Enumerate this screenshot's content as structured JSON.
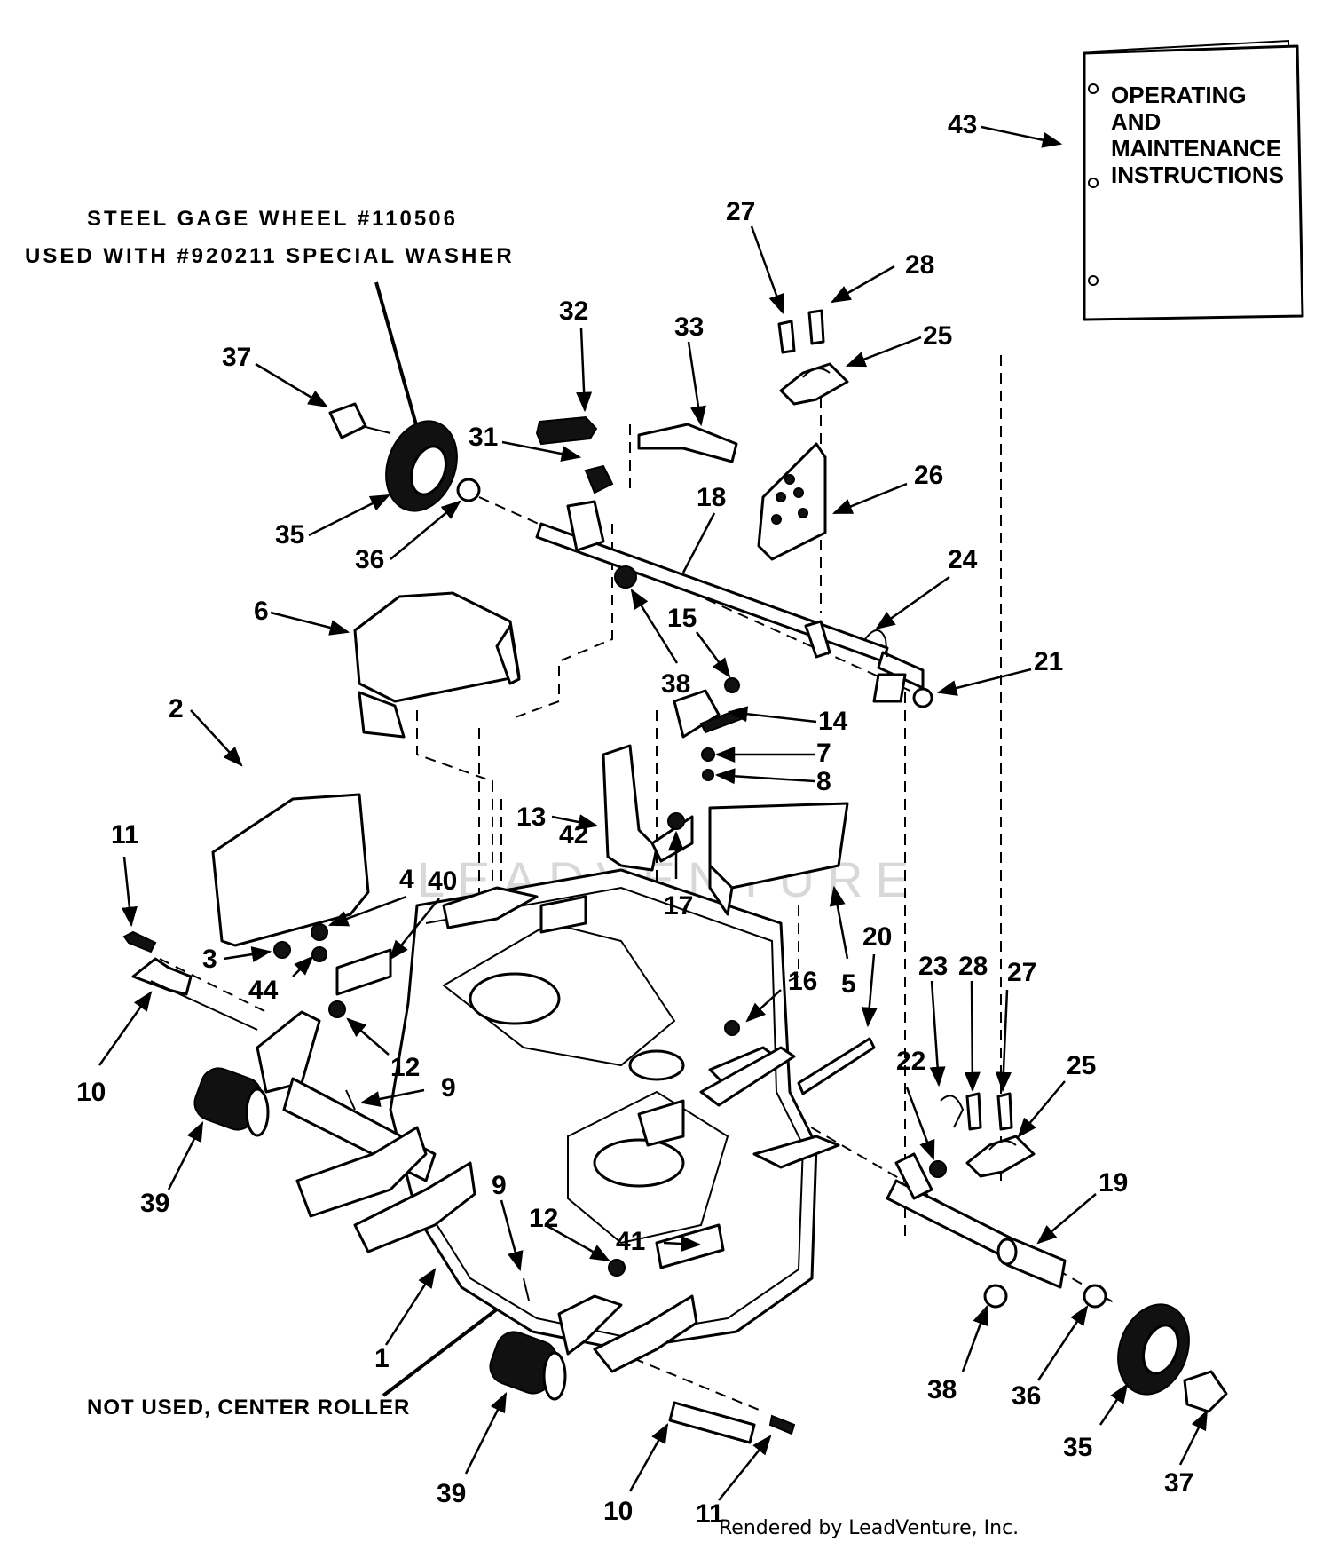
{
  "notes": {
    "gage_wheel_line1": "STEEL GAGE WHEEL #110506",
    "gage_wheel_line2": "USED WITH #920211 SPECIAL WASHER",
    "center_roller": "NOT USED, CENTER ROLLER"
  },
  "manual": {
    "line1": "OPERATING",
    "line2": "AND",
    "line3": "MAINTENANCE",
    "line4": "INSTRUCTIONS"
  },
  "watermark": "LEADVENTURE",
  "credit": "Rendered by LeadVenture, Inc.",
  "callouts": [
    {
      "id": "c43",
      "label": "43"
    },
    {
      "id": "c27a",
      "label": "27"
    },
    {
      "id": "c28a",
      "label": "28"
    },
    {
      "id": "c25a",
      "label": "25"
    },
    {
      "id": "c26",
      "label": "26"
    },
    {
      "id": "c37a",
      "label": "37"
    },
    {
      "id": "c32",
      "label": "32"
    },
    {
      "id": "c33",
      "label": "33"
    },
    {
      "id": "c31",
      "label": "31"
    },
    {
      "id": "c18",
      "label": "18"
    },
    {
      "id": "c35a",
      "label": "35"
    },
    {
      "id": "c36a",
      "label": "36"
    },
    {
      "id": "c24",
      "label": "24"
    },
    {
      "id": "c6",
      "label": "6"
    },
    {
      "id": "c15",
      "label": "15"
    },
    {
      "id": "c21",
      "label": "21"
    },
    {
      "id": "c38a",
      "label": "38"
    },
    {
      "id": "c14",
      "label": "14"
    },
    {
      "id": "c2",
      "label": "2"
    },
    {
      "id": "c7",
      "label": "7"
    },
    {
      "id": "c8",
      "label": "8"
    },
    {
      "id": "c13",
      "label": "13"
    },
    {
      "id": "c11a",
      "label": "11"
    },
    {
      "id": "c42",
      "label": "42"
    },
    {
      "id": "c17",
      "label": "17"
    },
    {
      "id": "c4",
      "label": "4"
    },
    {
      "id": "c40",
      "label": "40"
    },
    {
      "id": "c3",
      "label": "3"
    },
    {
      "id": "c44",
      "label": "44"
    },
    {
      "id": "c20",
      "label": "20"
    },
    {
      "id": "c5",
      "label": "5"
    },
    {
      "id": "c23",
      "label": "23"
    },
    {
      "id": "c28b",
      "label": "28"
    },
    {
      "id": "c27b",
      "label": "27"
    },
    {
      "id": "c16",
      "label": "16"
    },
    {
      "id": "c12a",
      "label": "12"
    },
    {
      "id": "c10a",
      "label": "10"
    },
    {
      "id": "c9a",
      "label": "9"
    },
    {
      "id": "c22",
      "label": "22"
    },
    {
      "id": "c25b",
      "label": "25"
    },
    {
      "id": "c39a",
      "label": "39"
    },
    {
      "id": "c19",
      "label": "19"
    },
    {
      "id": "c9b",
      "label": "9"
    },
    {
      "id": "c12b",
      "label": "12"
    },
    {
      "id": "c41",
      "label": "41"
    },
    {
      "id": "c1",
      "label": "1"
    },
    {
      "id": "c38b",
      "label": "38"
    },
    {
      "id": "c36b",
      "label": "36"
    },
    {
      "id": "c35b",
      "label": "35"
    },
    {
      "id": "c37b",
      "label": "37"
    },
    {
      "id": "c39b",
      "label": "39"
    },
    {
      "id": "c10b",
      "label": "10"
    },
    {
      "id": "c11b",
      "label": "11"
    }
  ]
}
